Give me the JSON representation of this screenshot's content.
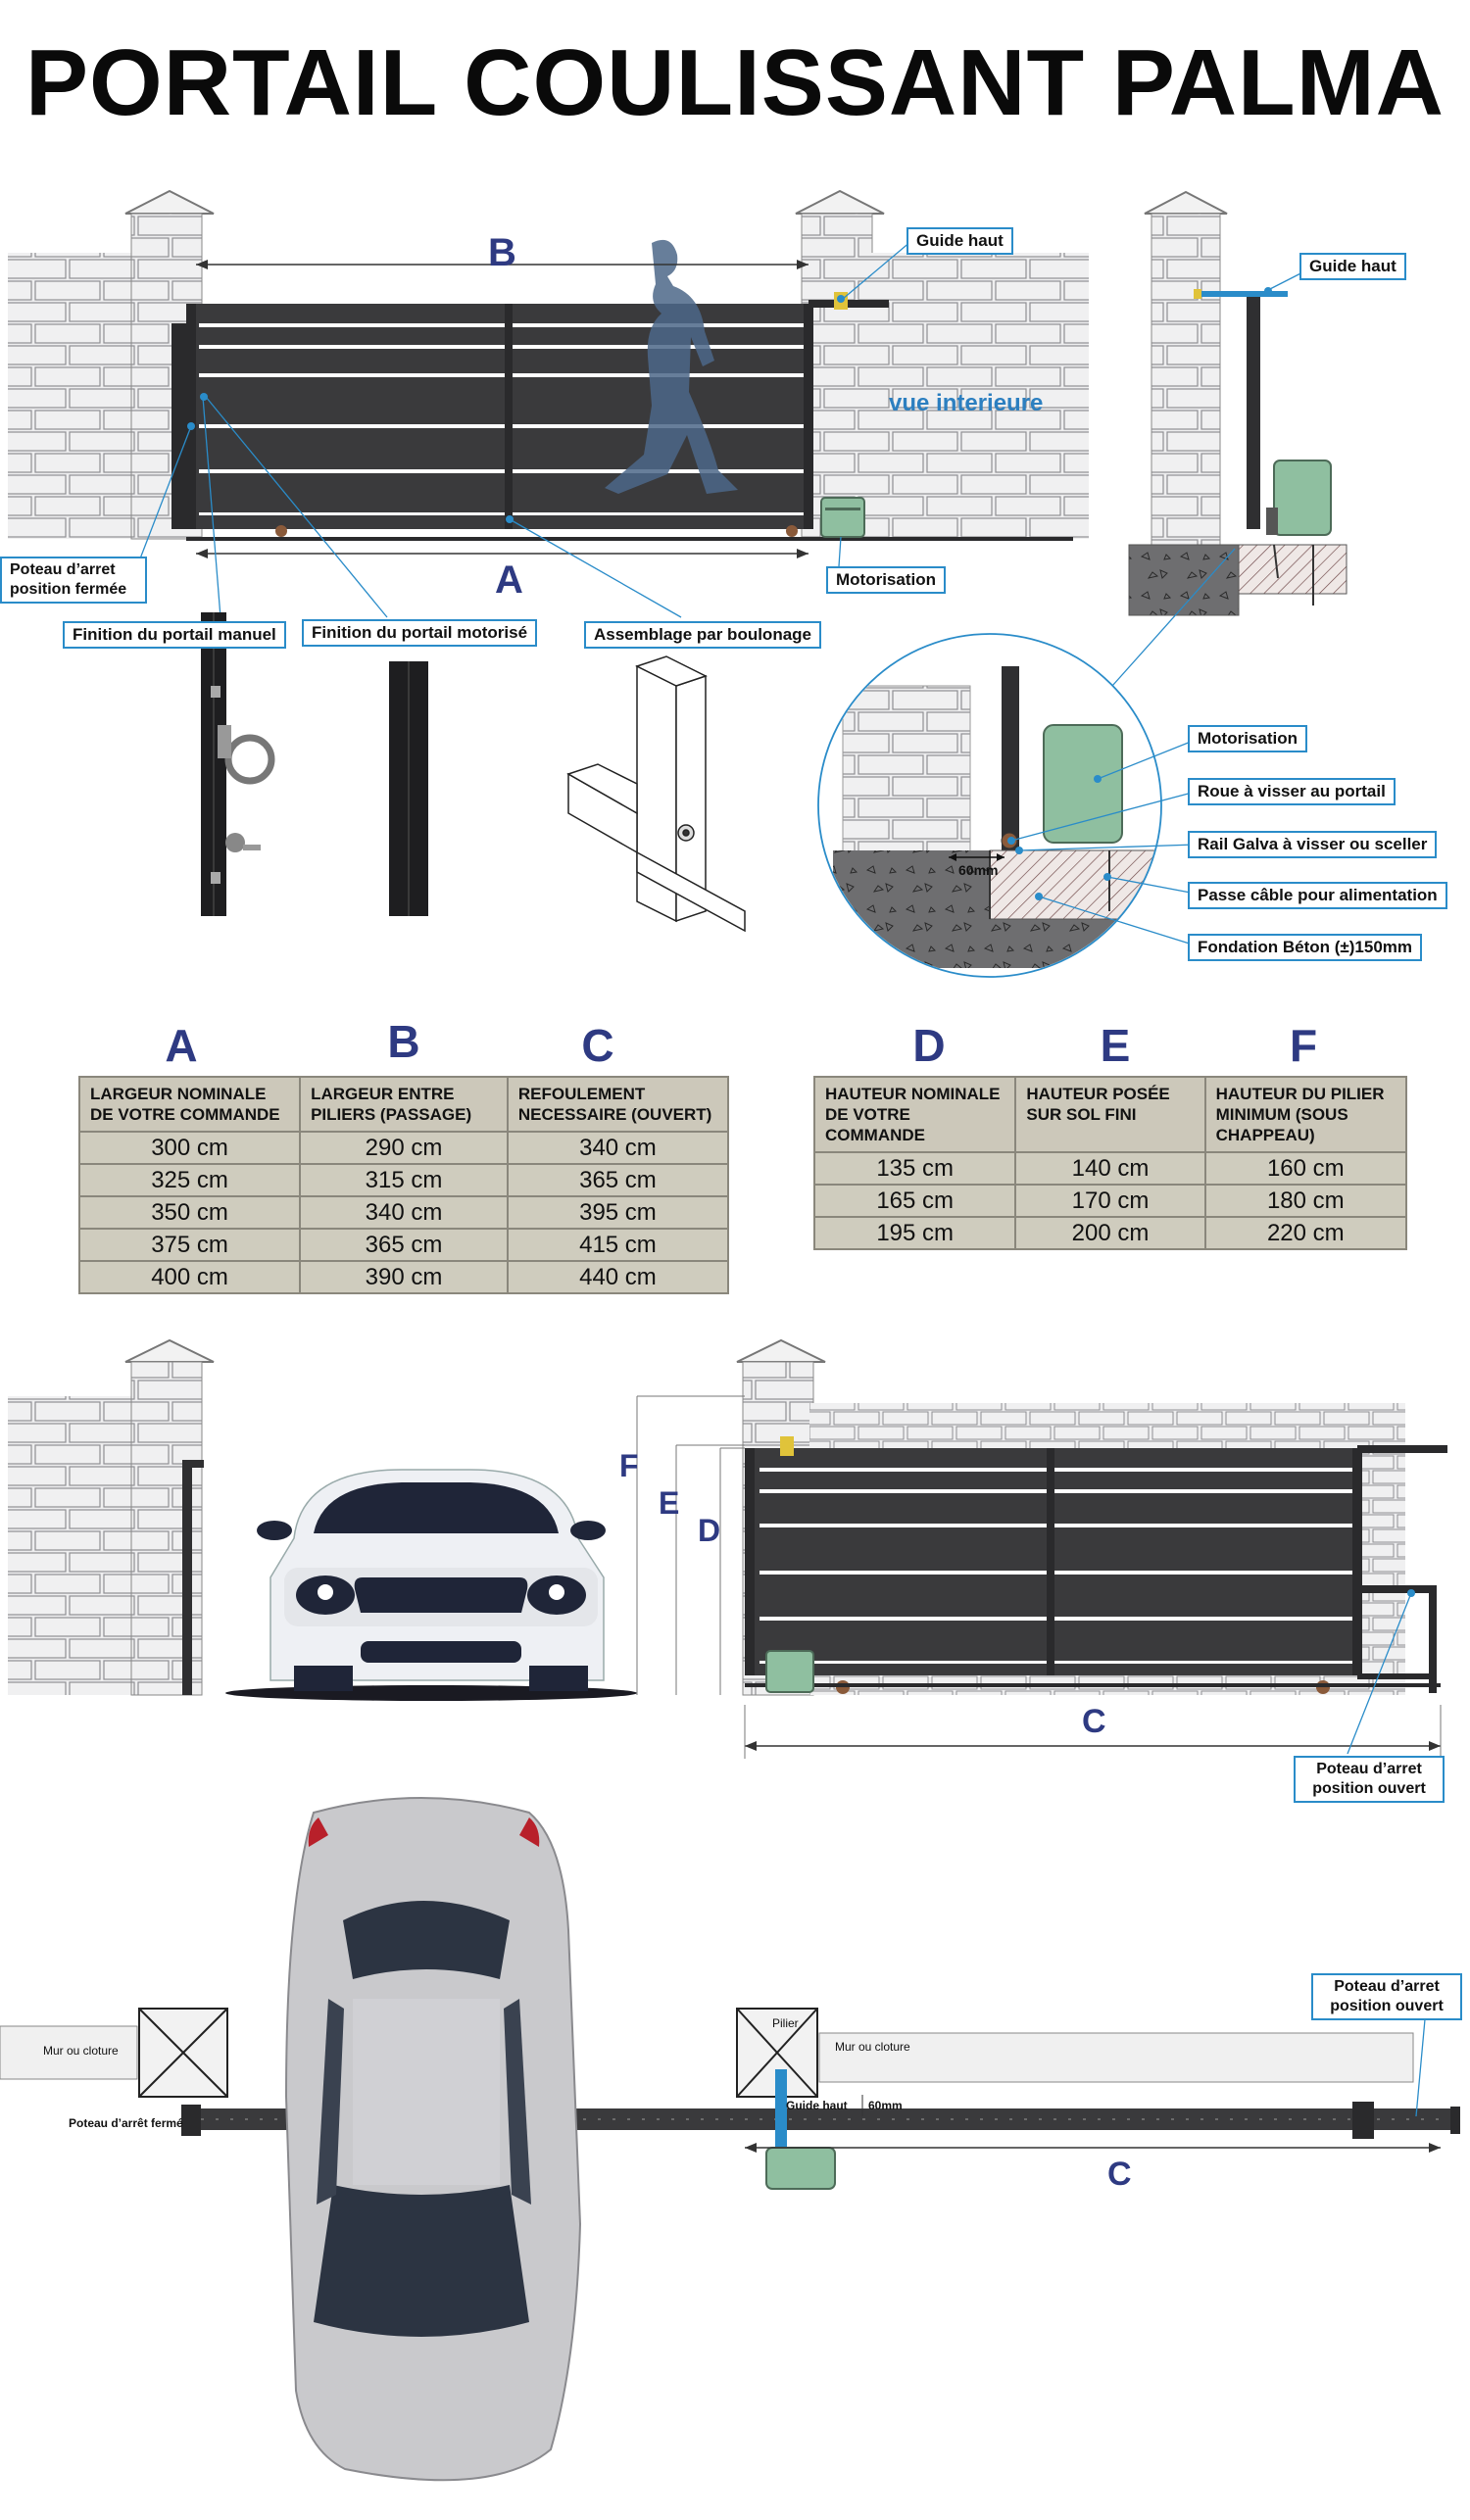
{
  "title": "PORTAIL COULISSANT PALMA",
  "dimension_letters": {
    "A": "A",
    "B": "B",
    "C": "C",
    "D": "D",
    "E": "E",
    "F": "F"
  },
  "labels": {
    "guide_haut_front": "Guide haut",
    "guide_haut_side": "Guide haut",
    "vue_interieure": "vue interieure",
    "poteau_ferme": "Poteau d’arret position fermée",
    "motorisation_front": "Motorisation",
    "finition_manuel": "Finition du portail manuel",
    "finition_motorise": "Finition du portail motorisé",
    "assemblage": "Assemblage par boulonage",
    "detail_motorisation": "Motorisation",
    "roue": "Roue à visser au portail",
    "rail": "Rail Galva à visser ou sceller",
    "passe_cable": "Passe câble pour alimentation",
    "fondation": "Fondation Béton (±)150mm",
    "detail_60mm": "60mm",
    "poteau_ouvert_elev": "Poteau d’arret position ouvert",
    "poteau_ouvert_plan": "Poteau d’arret position ouvert",
    "mur_left": "Mur ou cloture",
    "mur_right": "Mur ou cloture",
    "pilier": "Pilier",
    "guide_haut_plan": "Guide haut",
    "plan_60mm": "60mm",
    "poteau_ferme_plan": "Poteau d’arrêt fermé"
  },
  "table_left": {
    "headers": [
      "LARGEUR NOMINALE DE VOTRE COMMANDE",
      "LARGEUR ENTRE PILIERS (PASSAGE)",
      "REFOULEMENT NECESSAIRE (OUVERT)"
    ],
    "rows": [
      [
        "300 cm",
        "290 cm",
        "340 cm"
      ],
      [
        "325 cm",
        "315  cm",
        "365 cm"
      ],
      [
        "350 cm",
        "340 cm",
        "395 cm"
      ],
      [
        "375 cm",
        "365 cm",
        "415 cm"
      ],
      [
        "400 cm",
        "390 cm",
        "440 cm"
      ]
    ]
  },
  "table_right": {
    "headers": [
      "HAUTEUR NOMINALE DE VOTRE COMMANDE",
      "HAUTEUR POSÉE SUR SOL FINI",
      "HAUTEUR DU PILIER MINIMUM (SOUS CHAPPEAU)"
    ],
    "rows": [
      [
        "135 cm",
        "140 cm",
        "160 cm"
      ],
      [
        "165 cm",
        "170  cm",
        "180 cm"
      ],
      [
        "195 cm",
        "200 cm",
        "220 cm"
      ]
    ]
  },
  "colors": {
    "accent_blue": "#2a8cc9",
    "letter_navy": "#2e3a82",
    "gate_dark": "#3c3c3c",
    "motor_green": "#8fbfa0",
    "table_fill": "#cfccbe",
    "car_silver": "#c9c9cc"
  }
}
